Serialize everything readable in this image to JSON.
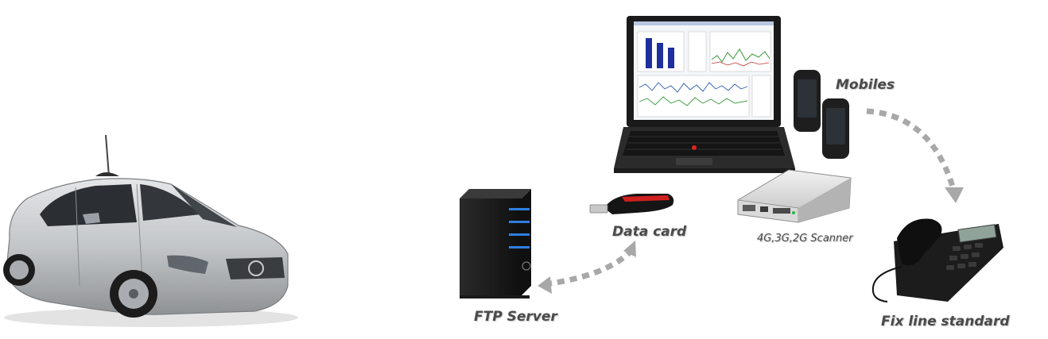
{
  "labels": {
    "mobiles": "Mobiles",
    "data_card": "Data card",
    "scanner": "4G,3G,2G Scanner",
    "ftp_server": "FTP Server",
    "fix_line": "Fix line standard"
  },
  "colors": {
    "arrow": "#a8a8a8",
    "label": "#4a4a4a",
    "car_body": "#c9cccf",
    "screen_bars": "#1f2f9e"
  },
  "icons": [
    "car-icon",
    "laptop-icon",
    "mobile-phone-icon",
    "scanner-icon",
    "data-card-icon",
    "ftp-server-icon",
    "desk-phone-icon"
  ]
}
